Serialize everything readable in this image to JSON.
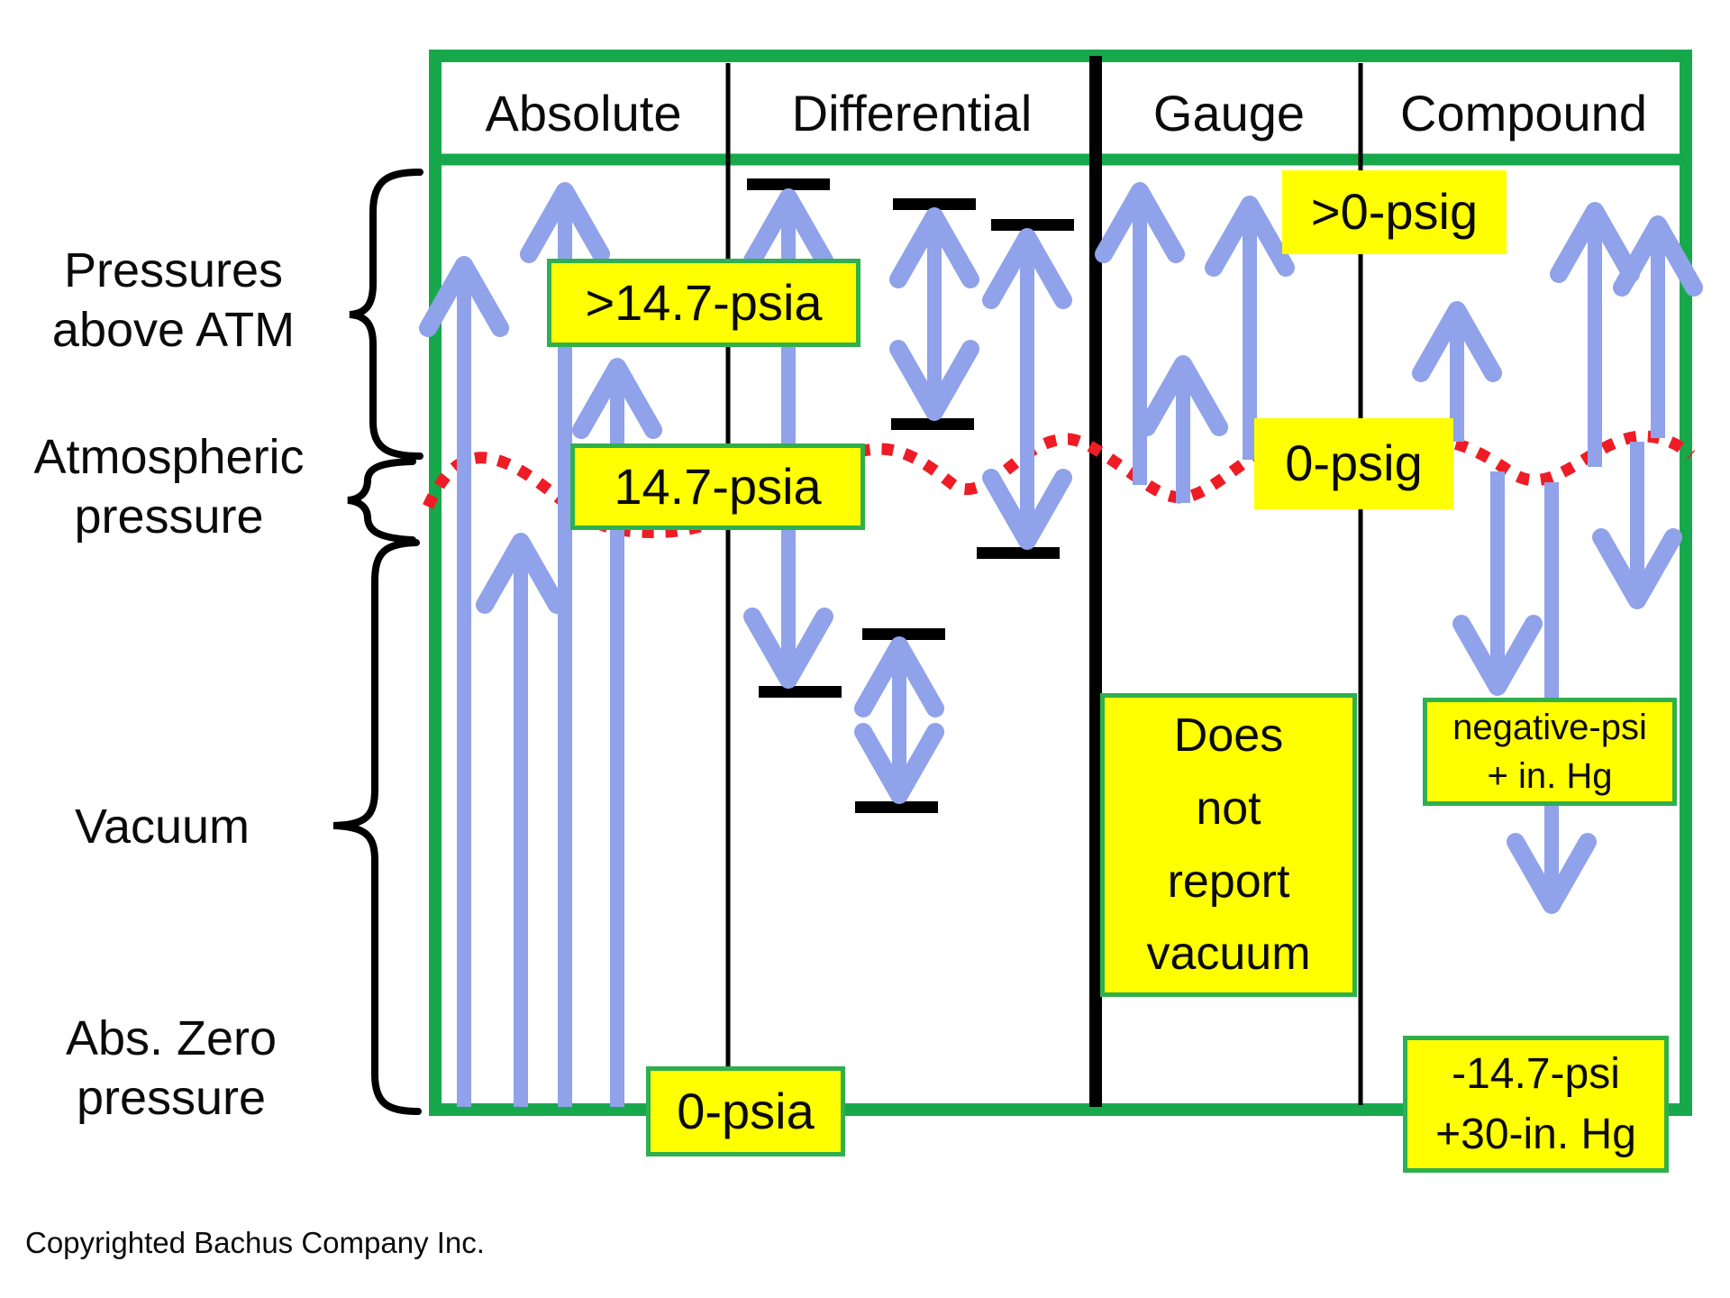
{
  "header": {
    "absolute": "Absolute",
    "differential": "Differential",
    "gauge": "Gauge",
    "compound": "Compound"
  },
  "scale_labels": {
    "pressures_above_atm_1": "Pressures",
    "pressures_above_atm_2": "above ATM",
    "atmospheric_1": "Atmospheric",
    "atmospheric_2": "pressure",
    "vacuum": "Vacuum",
    "abs_zero_1": "Abs. Zero",
    "abs_zero_2": "pressure"
  },
  "value_labels": {
    "absolute_above_atm": ">14.7-psia",
    "absolute_atm": "14.7-psia",
    "absolute_zero": "0-psia",
    "gauge_above_atm": ">0-psig",
    "gauge_atm": "0-psig",
    "gauge_note_1": "Does",
    "gauge_note_2": "not",
    "gauge_note_3": "report",
    "gauge_note_4": "vacuum",
    "compound_vacuum_1": "negative-psi",
    "compound_vacuum_2": "+ in. Hg",
    "compound_full_vacuum_1": "-14.7-psi",
    "compound_full_vacuum_2": "+30-in. Hg"
  },
  "footer": {
    "copyright": "Copyrighted Bachus Company Inc."
  },
  "colors": {
    "table_green": "#18A84C",
    "box_border_green": "#2FAF4E",
    "box_yellow": "#FFFF00",
    "arrow_blue": "#8FA2EA",
    "atm_red": "#EE1C25",
    "ink": "#0b0b0b"
  }
}
